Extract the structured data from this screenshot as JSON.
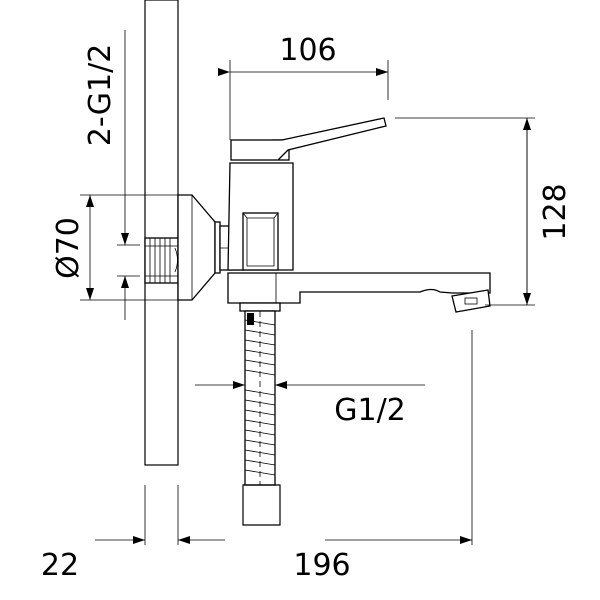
{
  "title": "Wall-mounted single lever faucet dimension drawing",
  "dimensions": {
    "connections": "2-G1/2",
    "escutcheon_diameter": "Ø70",
    "lever_reach": "106",
    "height": "128",
    "hose_thread": "G1/2",
    "wall_offset": "22",
    "spout_projection": "196"
  },
  "colors": {
    "line": "#000000",
    "background": "#ffffff"
  }
}
